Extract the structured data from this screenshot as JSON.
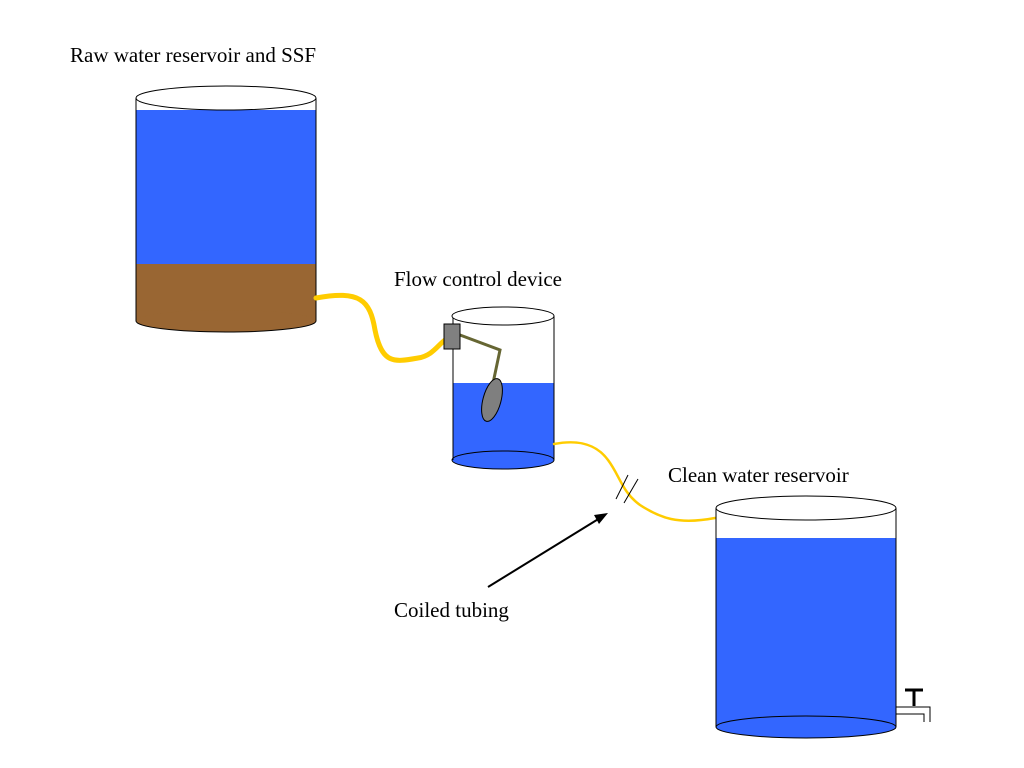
{
  "labels": {
    "raw_reservoir": "Raw water reservoir and SSF",
    "flow_control": "Flow control device",
    "clean_reservoir": "Clean water reservoir",
    "coiled_tubing": "Coiled tubing"
  },
  "colors": {
    "water": "#3366ff",
    "sand": "#996633",
    "tubing": "#ffcc00",
    "float": "#7f7f7f",
    "float_arm": "#666633",
    "valve": "#808080",
    "outline": "#000000"
  }
}
